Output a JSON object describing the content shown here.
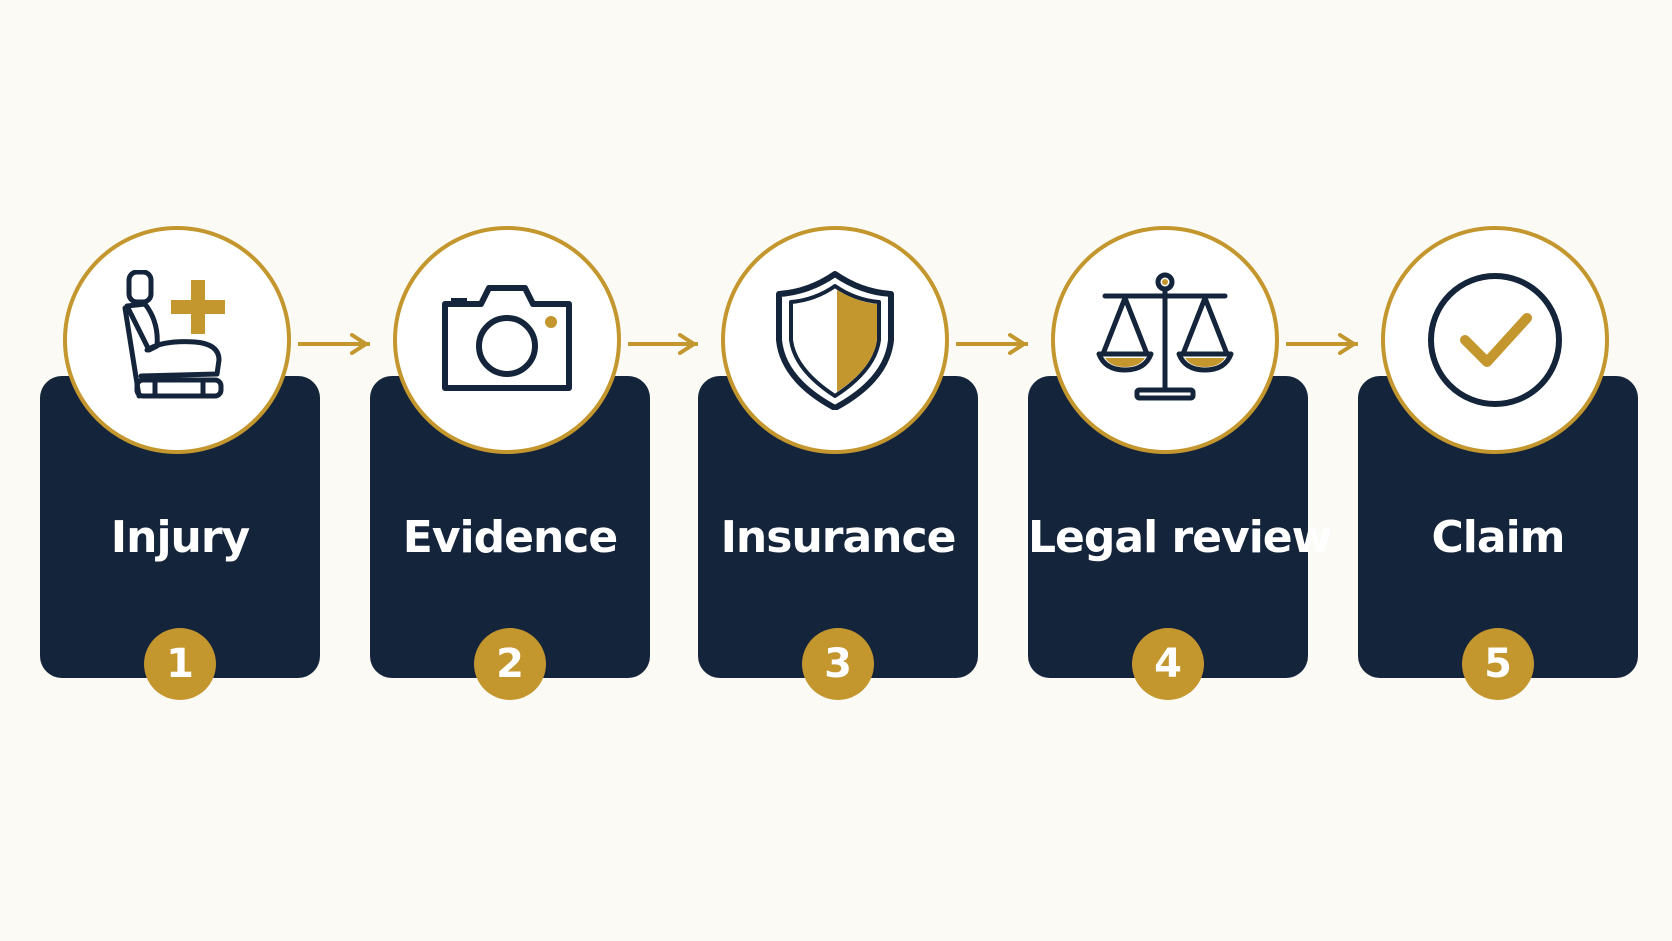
{
  "colors": {
    "background": "#fbfaf5",
    "card": "#14243a",
    "accent": "#c4962e",
    "icon_stroke": "#14243a"
  },
  "steps": [
    {
      "number": "1",
      "label": "Injury",
      "icon": "car-seat-medical-cross-icon"
    },
    {
      "number": "2",
      "label": "Evidence",
      "icon": "camera-icon"
    },
    {
      "number": "3",
      "label": "Insurance",
      "icon": "shield-icon"
    },
    {
      "number": "4",
      "label": "Legal review",
      "icon": "scales-of-justice-icon"
    },
    {
      "number": "5",
      "label": "Claim",
      "icon": "check-circle-icon"
    }
  ]
}
